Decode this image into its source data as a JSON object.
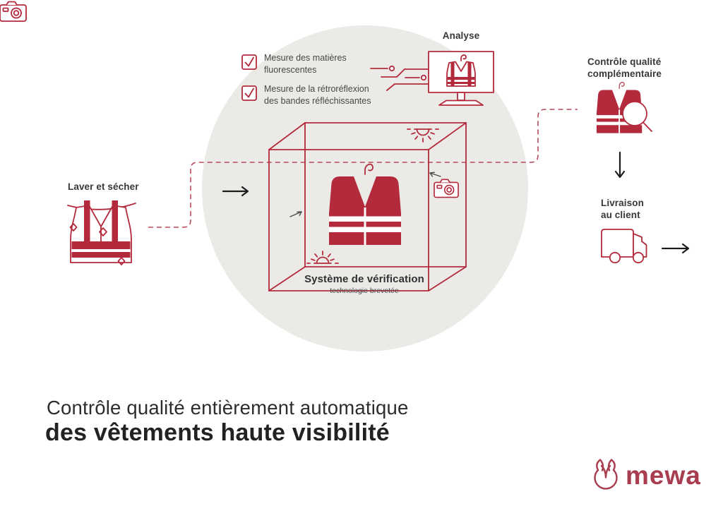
{
  "colors": {
    "accent_red": "#b32a3c",
    "dashed_red": "#b84a5c",
    "circle_bg": "#ECEAE7",
    "arrow_black": "#1c1c1c",
    "logo_red": "#a93d50"
  },
  "checklist": {
    "items": [
      {
        "label": "Mesure des matières\nfluorescentes",
        "checked": true
      },
      {
        "label": "Mesure de la rétroréflexion\ndes bandes réfléchissantes",
        "checked": true
      }
    ]
  },
  "process": {
    "wash_label": "Laver et sécher",
    "analysis_label": "Analyse",
    "verification_label": "Système de vérification",
    "verification_sublabel": "technologie brevetée",
    "extra_qc_label": "Contrôle qualité\ncomplémentaire",
    "delivery_label": "Livraison\nau client"
  },
  "title": {
    "line1": "Contrôle qualité entièrement automatique",
    "line2": "des vêtements haute visibilité"
  },
  "logo": {
    "wordmark": "mewa"
  },
  "icons": {
    "wash": "safety-vest-with-sparkles",
    "verification": "safety-vest-in-scanner-cube",
    "cameras": "dslr-camera",
    "lights": "lamp-rays",
    "analysis": "monitor-with-vest",
    "extra_qc": "safety-vest-with-magnifier",
    "delivery": "delivery-truck",
    "checkbox": "checked-checkbox",
    "logo": "mewa-tulip"
  }
}
